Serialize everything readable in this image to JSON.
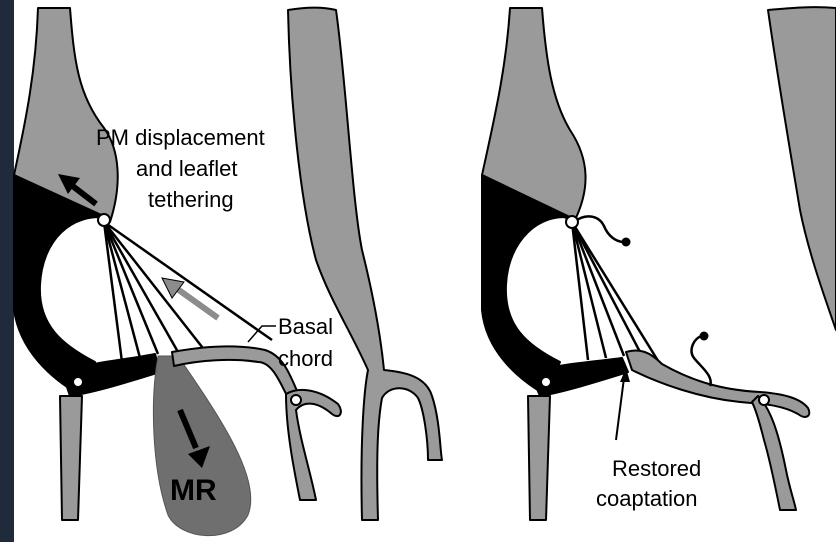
{
  "labels": {
    "pm_line1": "PM displacement",
    "pm_line2": "and leaflet",
    "pm_line3": "tethering",
    "basal_line1": "Basal",
    "basal_line2": "chord",
    "mr": "MR",
    "restored_line1": "Restored",
    "restored_line2": "coaptation"
  },
  "colors": {
    "tissue": "#9a9a9a",
    "muscle": "#000000",
    "regurgitant_jet": "#6f6f6f",
    "arrow_gray": "#8c8c8c",
    "background_left_edge": "#1f2a3a"
  }
}
